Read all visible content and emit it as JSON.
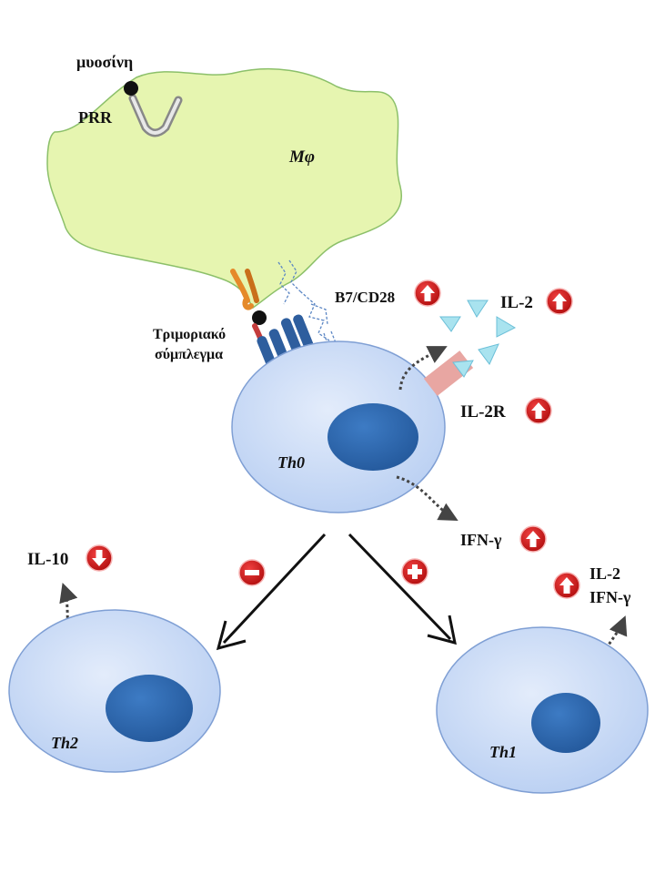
{
  "labels": {
    "myosin": "μυοσίνη",
    "prr": "PRR",
    "macrophage": "Mφ",
    "trimolecular_line1": "Τριμοριακό",
    "trimolecular_line2": "σύμπλεγμα",
    "b7cd28": "B7/CD28",
    "il2": "IL-2",
    "il2r": "IL-2R",
    "th0": "Th0",
    "ifng": "IFN-γ",
    "il10": "IL-10",
    "th2": "Th2",
    "th1": "Th1",
    "th1_il2": "IL-2",
    "th1_ifng": "IFN-γ"
  },
  "indicators": {
    "b7cd28": "up",
    "il2": "up",
    "il2r": "up",
    "ifng": "up",
    "il10": "down",
    "th1_cytokines": "up",
    "th2_branch": "minus",
    "th1_branch": "plus"
  },
  "colors": {
    "macrophage_fill": "#e6f5b0",
    "macrophage_stroke": "#8cc06a",
    "cell_fill": "#c9daf6",
    "cell_stroke": "#7f9fd4",
    "nucleus": "#2f6bb3",
    "indicator": "#cc1111",
    "cytokine": "#a9e3ef",
    "receptor_il2r": "#e8a6a2",
    "mhc_orange": "#e58a2a",
    "tcr_blue": "#2e5e9e"
  }
}
